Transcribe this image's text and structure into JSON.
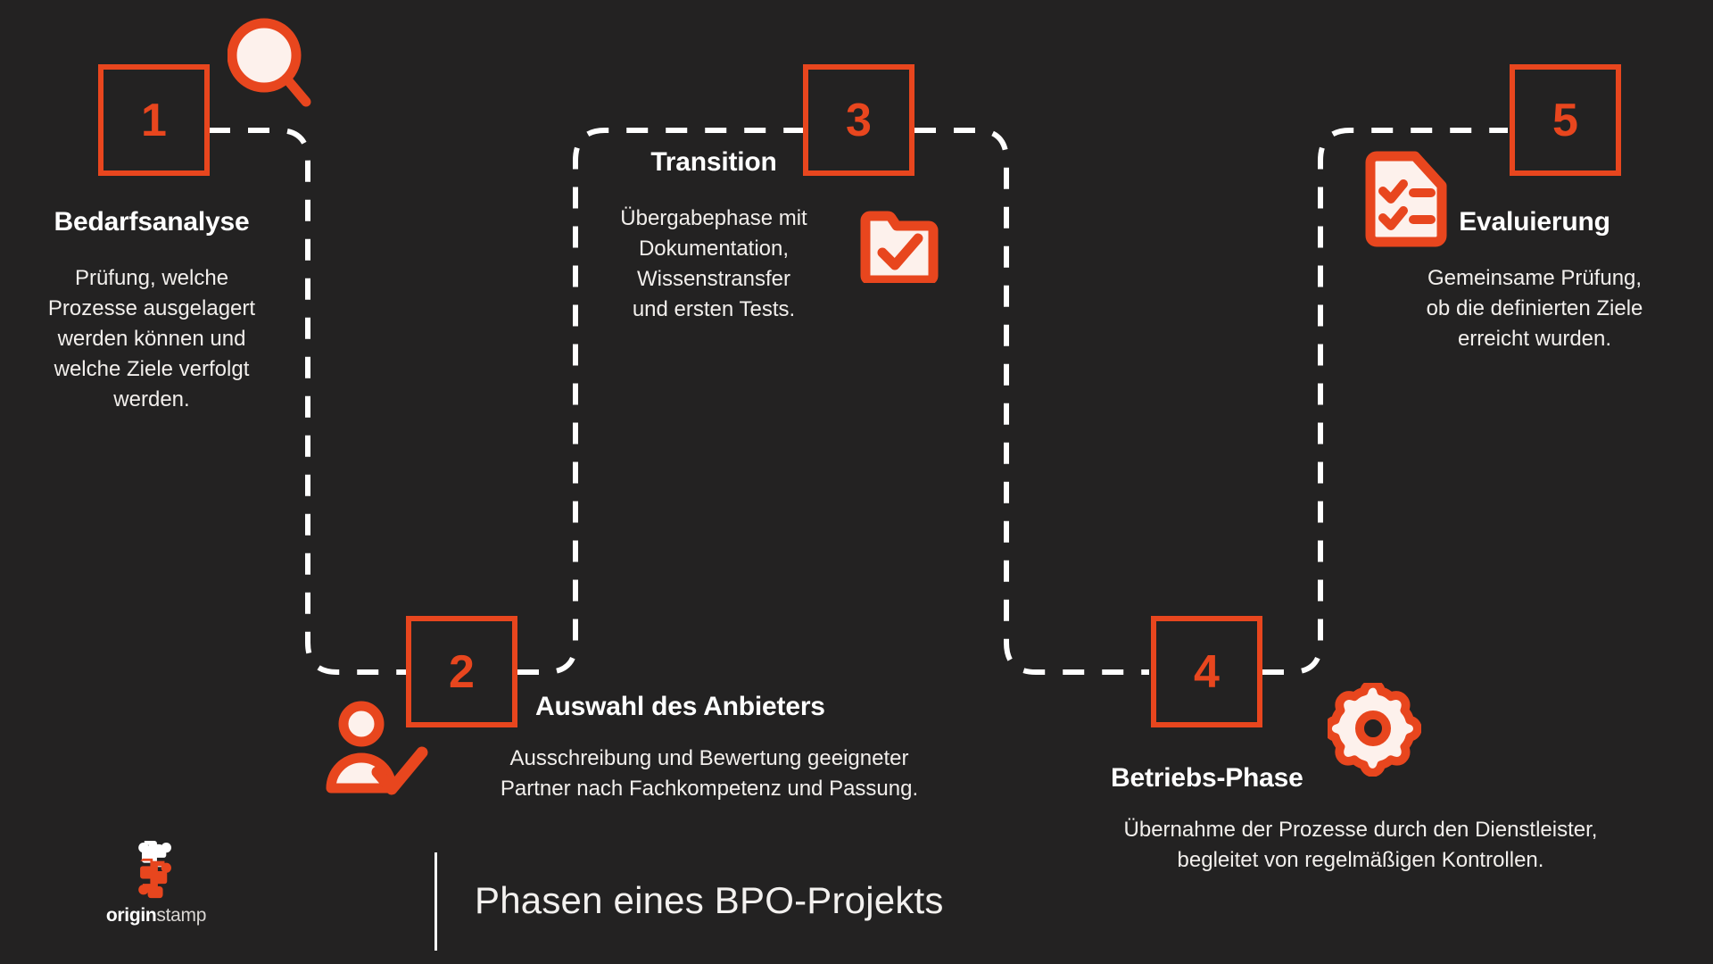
{
  "page": {
    "background_color": "#232222",
    "accent_color": "#E8461E",
    "light_color": "#FDF1EC",
    "text_color": "#FFFFFF"
  },
  "footer": {
    "title": "Phasen eines BPO-Projekts",
    "brand_bold": "origin",
    "brand_light": "stamp",
    "brand_logo_icon": "originstamp-s-logo-icon"
  },
  "steps": [
    {
      "number": "1",
      "title": "Bedarfsanalyse",
      "description": "Prüfung, welche\nProzesse ausgelagert\nwerden können und\nwelche Ziele verfolgt\nwerden.",
      "icon": "magnifier-icon"
    },
    {
      "number": "2",
      "title": "Auswahl des Anbieters",
      "description": "Ausschreibung und Bewertung geeigneter\nPartner nach Fachkompetenz und Passung.",
      "icon": "user-check-icon"
    },
    {
      "number": "3",
      "title": "Transition",
      "description": "Übergabephase mit\nDokumentation,\nWissenstransfer\nund ersten Tests.",
      "icon": "folder-check-icon"
    },
    {
      "number": "4",
      "title": "Betriebs-Phase",
      "description": "Übernahme der Prozesse durch den Dienstleister,\nbegleitet von regelmäßigen Kontrollen.",
      "icon": "gear-icon"
    },
    {
      "number": "5",
      "title": "Evaluierung",
      "description": "Gemeinsame Prüfung,\nob die definierten Ziele\nerreicht wurden.",
      "icon": "checklist-document-icon"
    }
  ]
}
